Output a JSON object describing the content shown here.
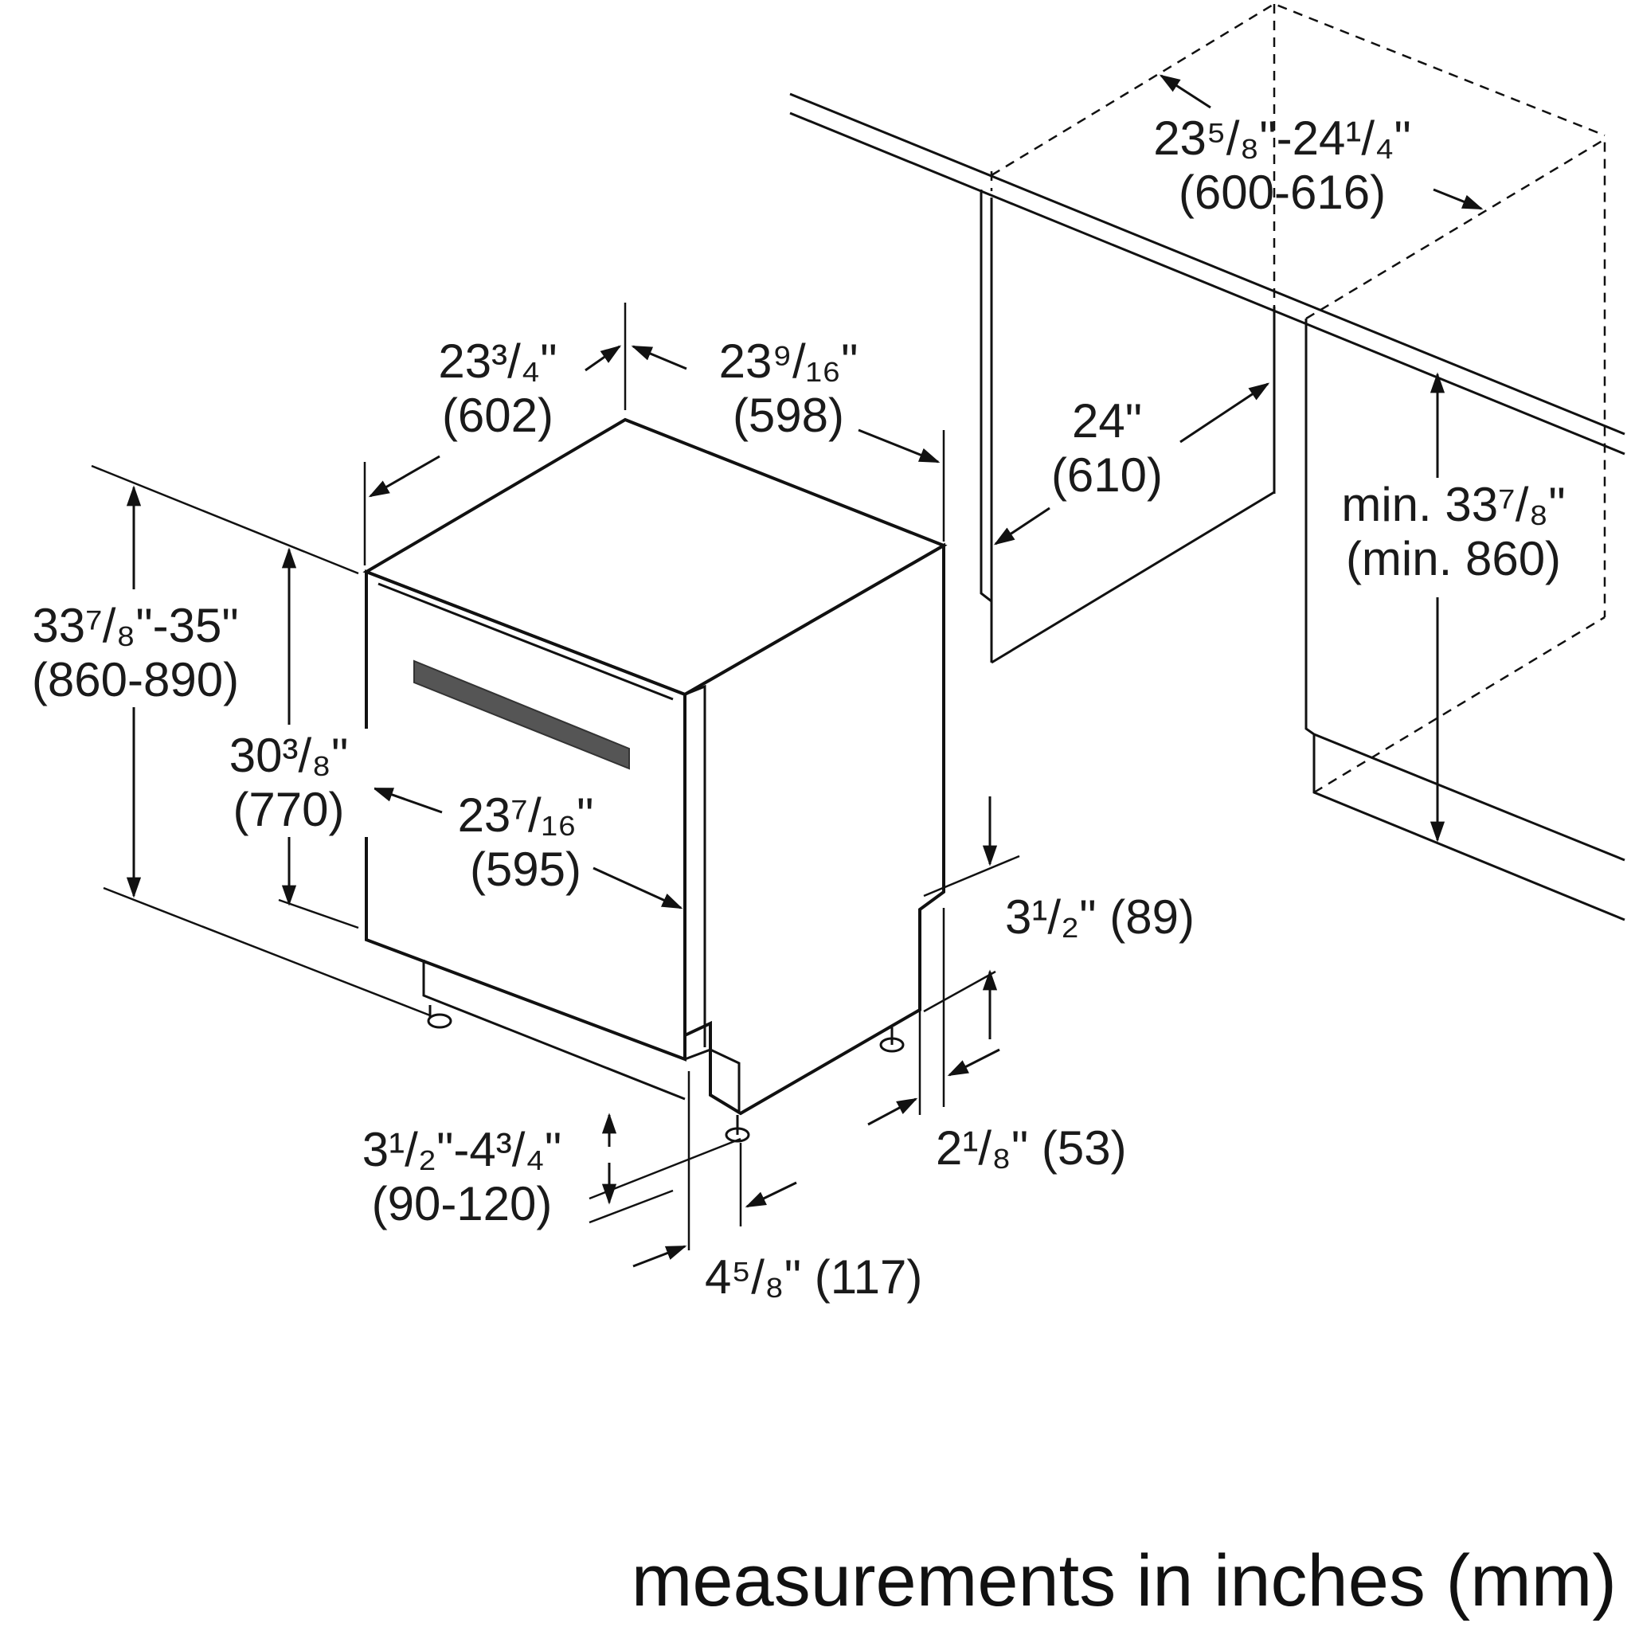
{
  "dimensions": {
    "niche_width": {
      "imperial": "23⁵/₈\"-24¹/₄\"",
      "metric": "(600-616)"
    },
    "niche_depth": {
      "imperial": "24\"",
      "metric": "(610)"
    },
    "niche_height_min": {
      "imperial": "min. 33⁷/₈\"",
      "metric": "(min. 860)"
    },
    "depth_top": {
      "imperial": "23³/₄\"",
      "metric": "(602)"
    },
    "width_top": {
      "imperial": "23⁹/₁₆\"",
      "metric": "(598)"
    },
    "overall_height": {
      "imperial": "33⁷/₈\"-35\"",
      "metric": "(860-890)"
    },
    "cabinet_height": {
      "imperial": "30³/₈\"",
      "metric": "(770)"
    },
    "door_width": {
      "imperial": "23⁷/₁₆\"",
      "metric": "(595)"
    },
    "rear_toe_height": {
      "text": "3¹/₂\" (89)"
    },
    "rear_toe_depth": {
      "text": "2¹/₈\" (53)"
    },
    "foot_height": {
      "imperial": "3¹/₂\"-4³/₄\"",
      "metric": "(90-120)"
    },
    "toe_kick_depth": {
      "text": "4⁵/₈\" (117)"
    }
  },
  "caption": "measurements in inches (mm)"
}
